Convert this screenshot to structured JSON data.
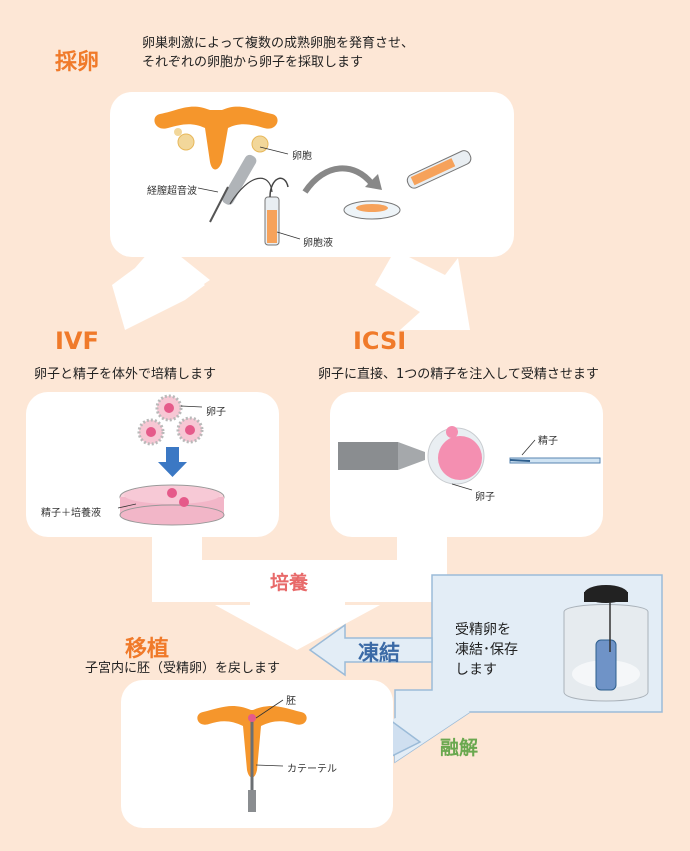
{
  "steps": {
    "retrieval": {
      "title": "採卵",
      "desc1": "卵巣刺激によって複数の成熟卵胞を発育させ、",
      "desc2": "それぞれの卵胞から卵子を採取します",
      "labels": {
        "follicle": "卵胞",
        "ultrasound": "経膣超音波",
        "fluid": "卵胞液"
      }
    },
    "ivf": {
      "title": "IVF",
      "desc": "卵子と精子を体外で培精します",
      "labels": {
        "egg": "卵子",
        "medium": "精子＋培養液"
      }
    },
    "icsi": {
      "title": "ICSI",
      "desc": "卵子に直接、1つの精子を注入して受精させます",
      "labels": {
        "sperm": "精子",
        "egg": "卵子"
      }
    },
    "culture": {
      "label": "培養"
    },
    "transfer": {
      "title": "移植",
      "desc": "子宮内に胚（受精卵）を戻します",
      "labels": {
        "embryo": "胚",
        "catheter": "カテーテル"
      }
    },
    "freeze": {
      "label": "凍結",
      "thaw": "融解",
      "desc1": "受精卵を",
      "desc2": "凍結･保存",
      "desc3": "します"
    }
  },
  "colors": {
    "background": "#fde7d6",
    "accent": "#f07a2a",
    "freeze": "#3b6aa6",
    "thaw": "#6aa84f",
    "culture": "#e86a6a"
  }
}
